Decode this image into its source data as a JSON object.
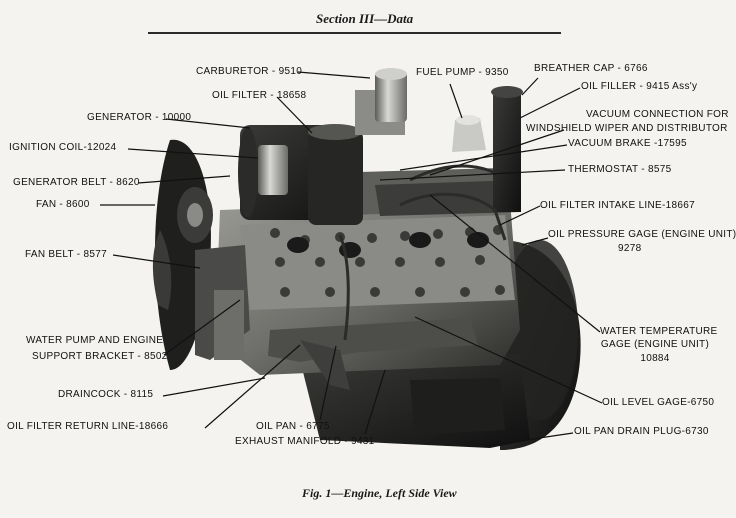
{
  "header": {
    "section": "Section III—Data"
  },
  "caption": "Fig. 1—Engine, Left Side View",
  "labels": {
    "carburetor": "CARBURETOR - 9510",
    "fuel_pump": "FUEL PUMP - 9350",
    "breather_cap": "BREATHER CAP - 6766",
    "oil_filter": "OIL FILTER - 18658",
    "oil_filler": "OIL FILLER - 9415 Ass'y",
    "generator": "GENERATOR - 10000",
    "vacuum_connection_1": "VACUUM CONNECTION FOR",
    "vacuum_connection_2": "WINDSHIELD WIPER AND DISTRIBUTOR",
    "ignition_coil": "IGNITION COIL-12024",
    "vacuum_brake": "VACUUM BRAKE -17595",
    "generator_belt": "GENERATOR BELT - 8620",
    "thermostat": "THERMOSTAT - 8575",
    "fan": "FAN - 8600",
    "oil_filter_intake": "OIL FILTER INTAKE LINE-18667",
    "oil_pressure_1": "OIL PRESSURE GAGE (ENGINE UNIT)",
    "oil_pressure_2": "9278",
    "fan_belt": "FAN BELT - 8577",
    "water_temp_1": "WATER TEMPERATURE",
    "water_temp_2": "GAGE (ENGINE UNIT)",
    "water_temp_3": "10884",
    "water_pump_1": "WATER PUMP AND ENGINE",
    "water_pump_2": "SUPPORT BRACKET - 8502",
    "draincock": "DRAINCOCK - 8115",
    "oil_level_gage": "OIL LEVEL GAGE-6750",
    "oil_filter_return": "OIL FILTER RETURN LINE-18666",
    "oil_pan": "OIL PAN - 6775",
    "oil_pan_drain": "OIL PAN DRAIN PLUG-6730",
    "exhaust_manifold": "EXHAUST MANIFOLD - 9431"
  }
}
